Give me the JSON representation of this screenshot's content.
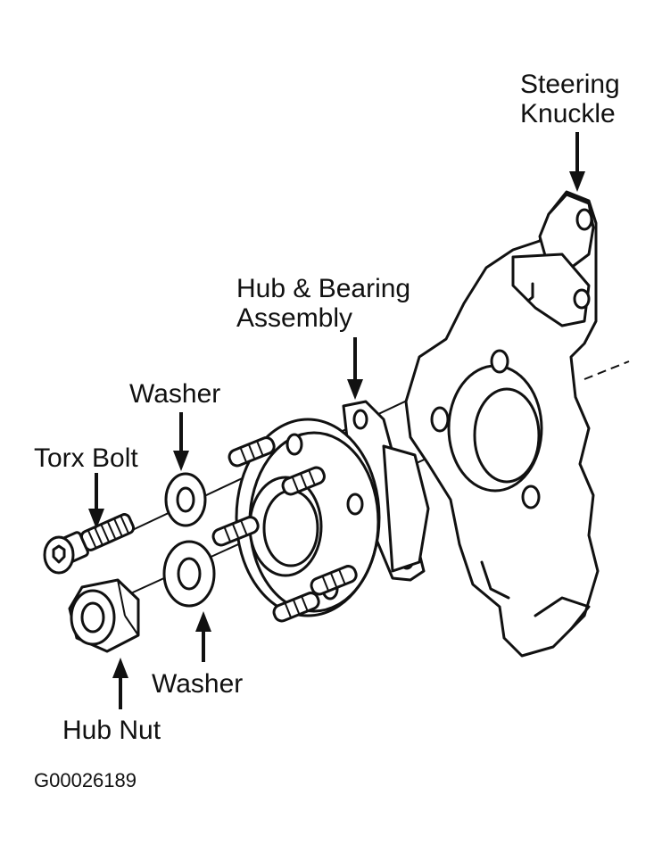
{
  "labels": {
    "steering_knuckle_line1": "Steering",
    "steering_knuckle_line2": "Knuckle",
    "hub_bearing_line1": "Hub & Bearing",
    "hub_bearing_line2": "Assembly",
    "washer_top": "Washer",
    "torx_bolt": "Torx Bolt",
    "washer_bottom": "Washer",
    "hub_nut": "Hub Nut"
  },
  "figure_code": "G00026189"
}
